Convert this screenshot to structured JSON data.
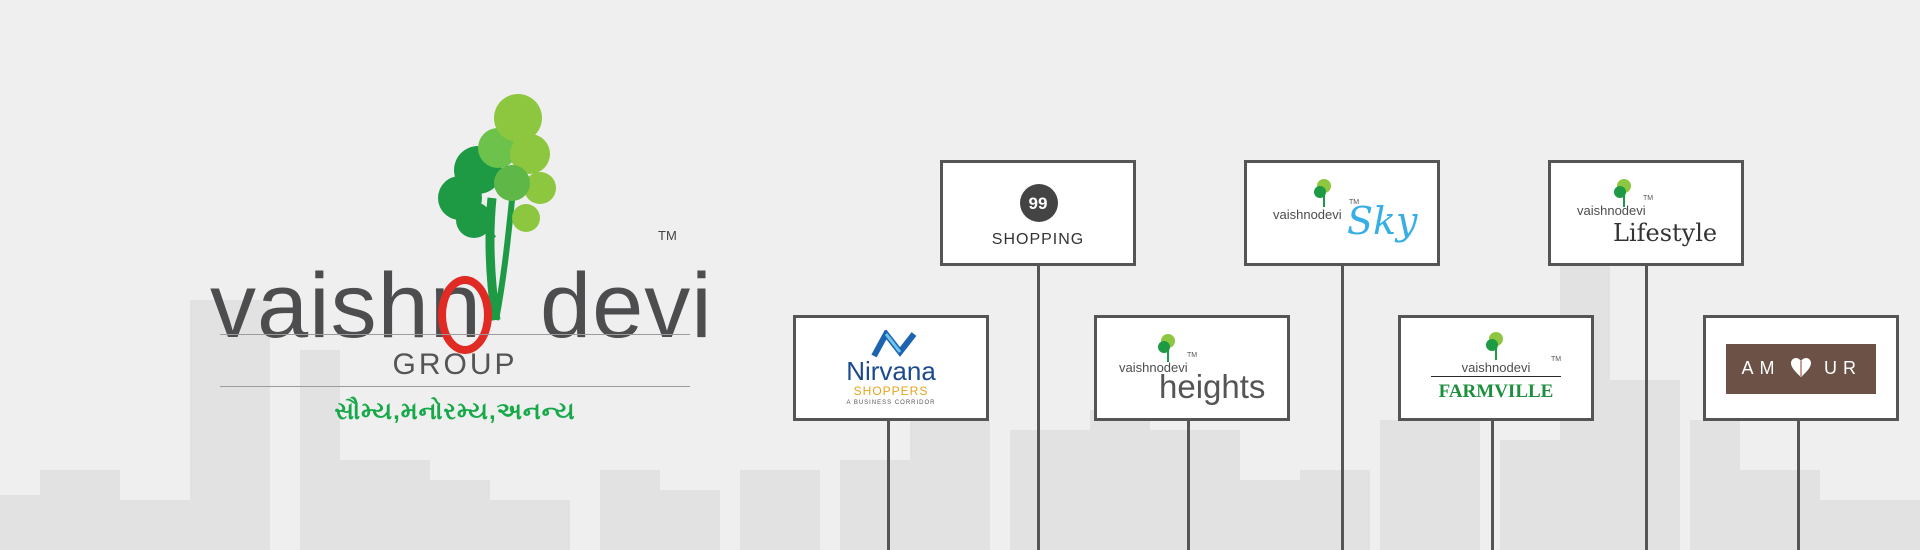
{
  "brand": {
    "name_left": "vaishn",
    "name_right": "devi",
    "trademark": "TM",
    "group_label": "GROUP",
    "slogan": "સૌમ્ય,મનોરમ્ય,અનન્ય",
    "colors": {
      "green": "#17a84a",
      "red": "#e12a24",
      "grey": "#4d4d4f"
    }
  },
  "projects": [
    {
      "id": "99-shopping",
      "badge": "99",
      "label": "SHOPPING"
    },
    {
      "id": "vaishnodevi-sky",
      "prefix": "vaishnodevi",
      "trademark": "TM",
      "label": "Sky"
    },
    {
      "id": "vaishnodevi-lifestyle",
      "prefix": "vaishnodevi",
      "trademark": "TM",
      "label": "Lifestyle"
    },
    {
      "id": "nirvana-shoppers",
      "label": "Nirvana",
      "sub": "SHOPPERS",
      "tagline": "A BUSINESS CORRIDOR"
    },
    {
      "id": "vaishnodevi-heights",
      "prefix": "vaishnodevi",
      "trademark": "TM",
      "label": "heights"
    },
    {
      "id": "vaishnodevi-farmville",
      "prefix": "vaishnodevi",
      "trademark": "TM",
      "label": "FARMVILLE"
    },
    {
      "id": "amour",
      "label_left": "AM",
      "label_right": "UR"
    }
  ]
}
